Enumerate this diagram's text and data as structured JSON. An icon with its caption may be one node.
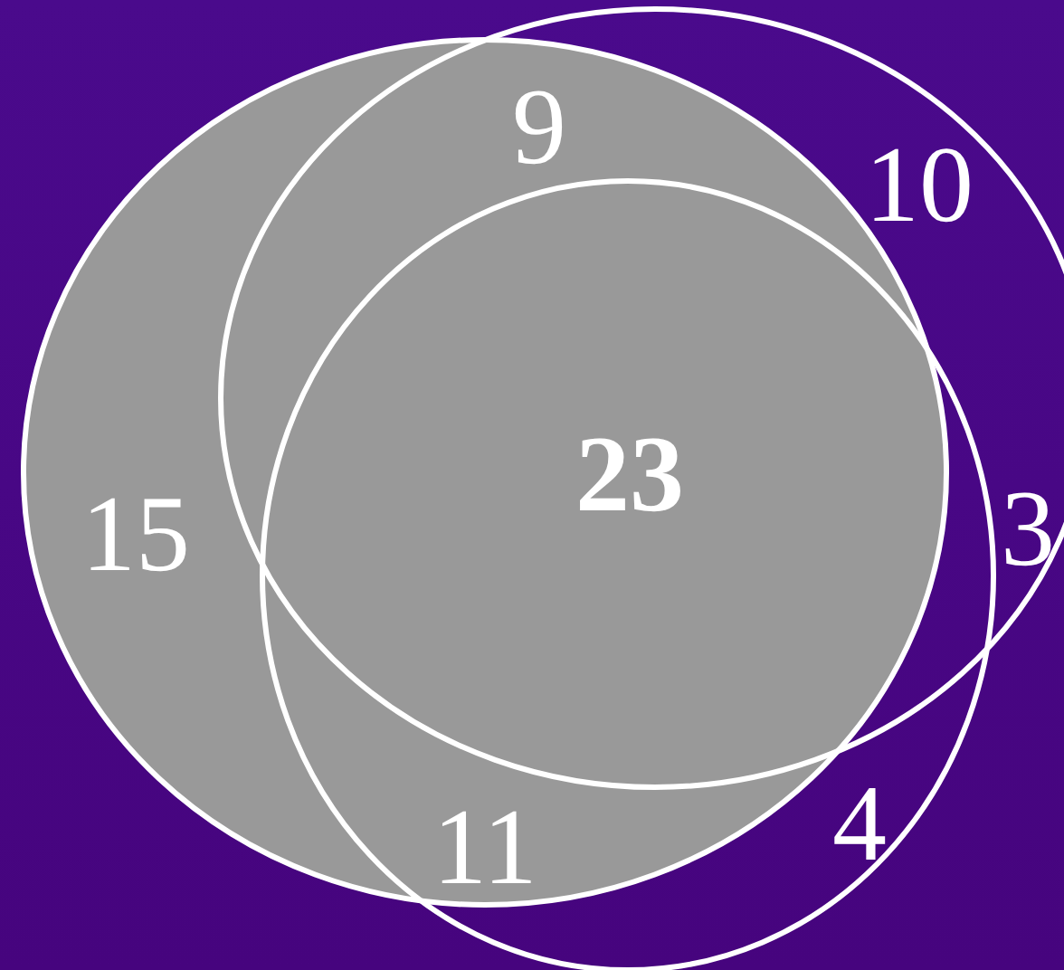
{
  "diagram": {
    "nodes": [
      {
        "text": [],
        "shape": "circle"
      },
      {
        "text": [],
        "shape": "circle"
      },
      {
        "text": [],
        "shape": "circle"
      }
    ],
    "labels": [
      "9",
      "10",
      "15",
      "23",
      "3",
      "4",
      "11"
    ]
  }
}
